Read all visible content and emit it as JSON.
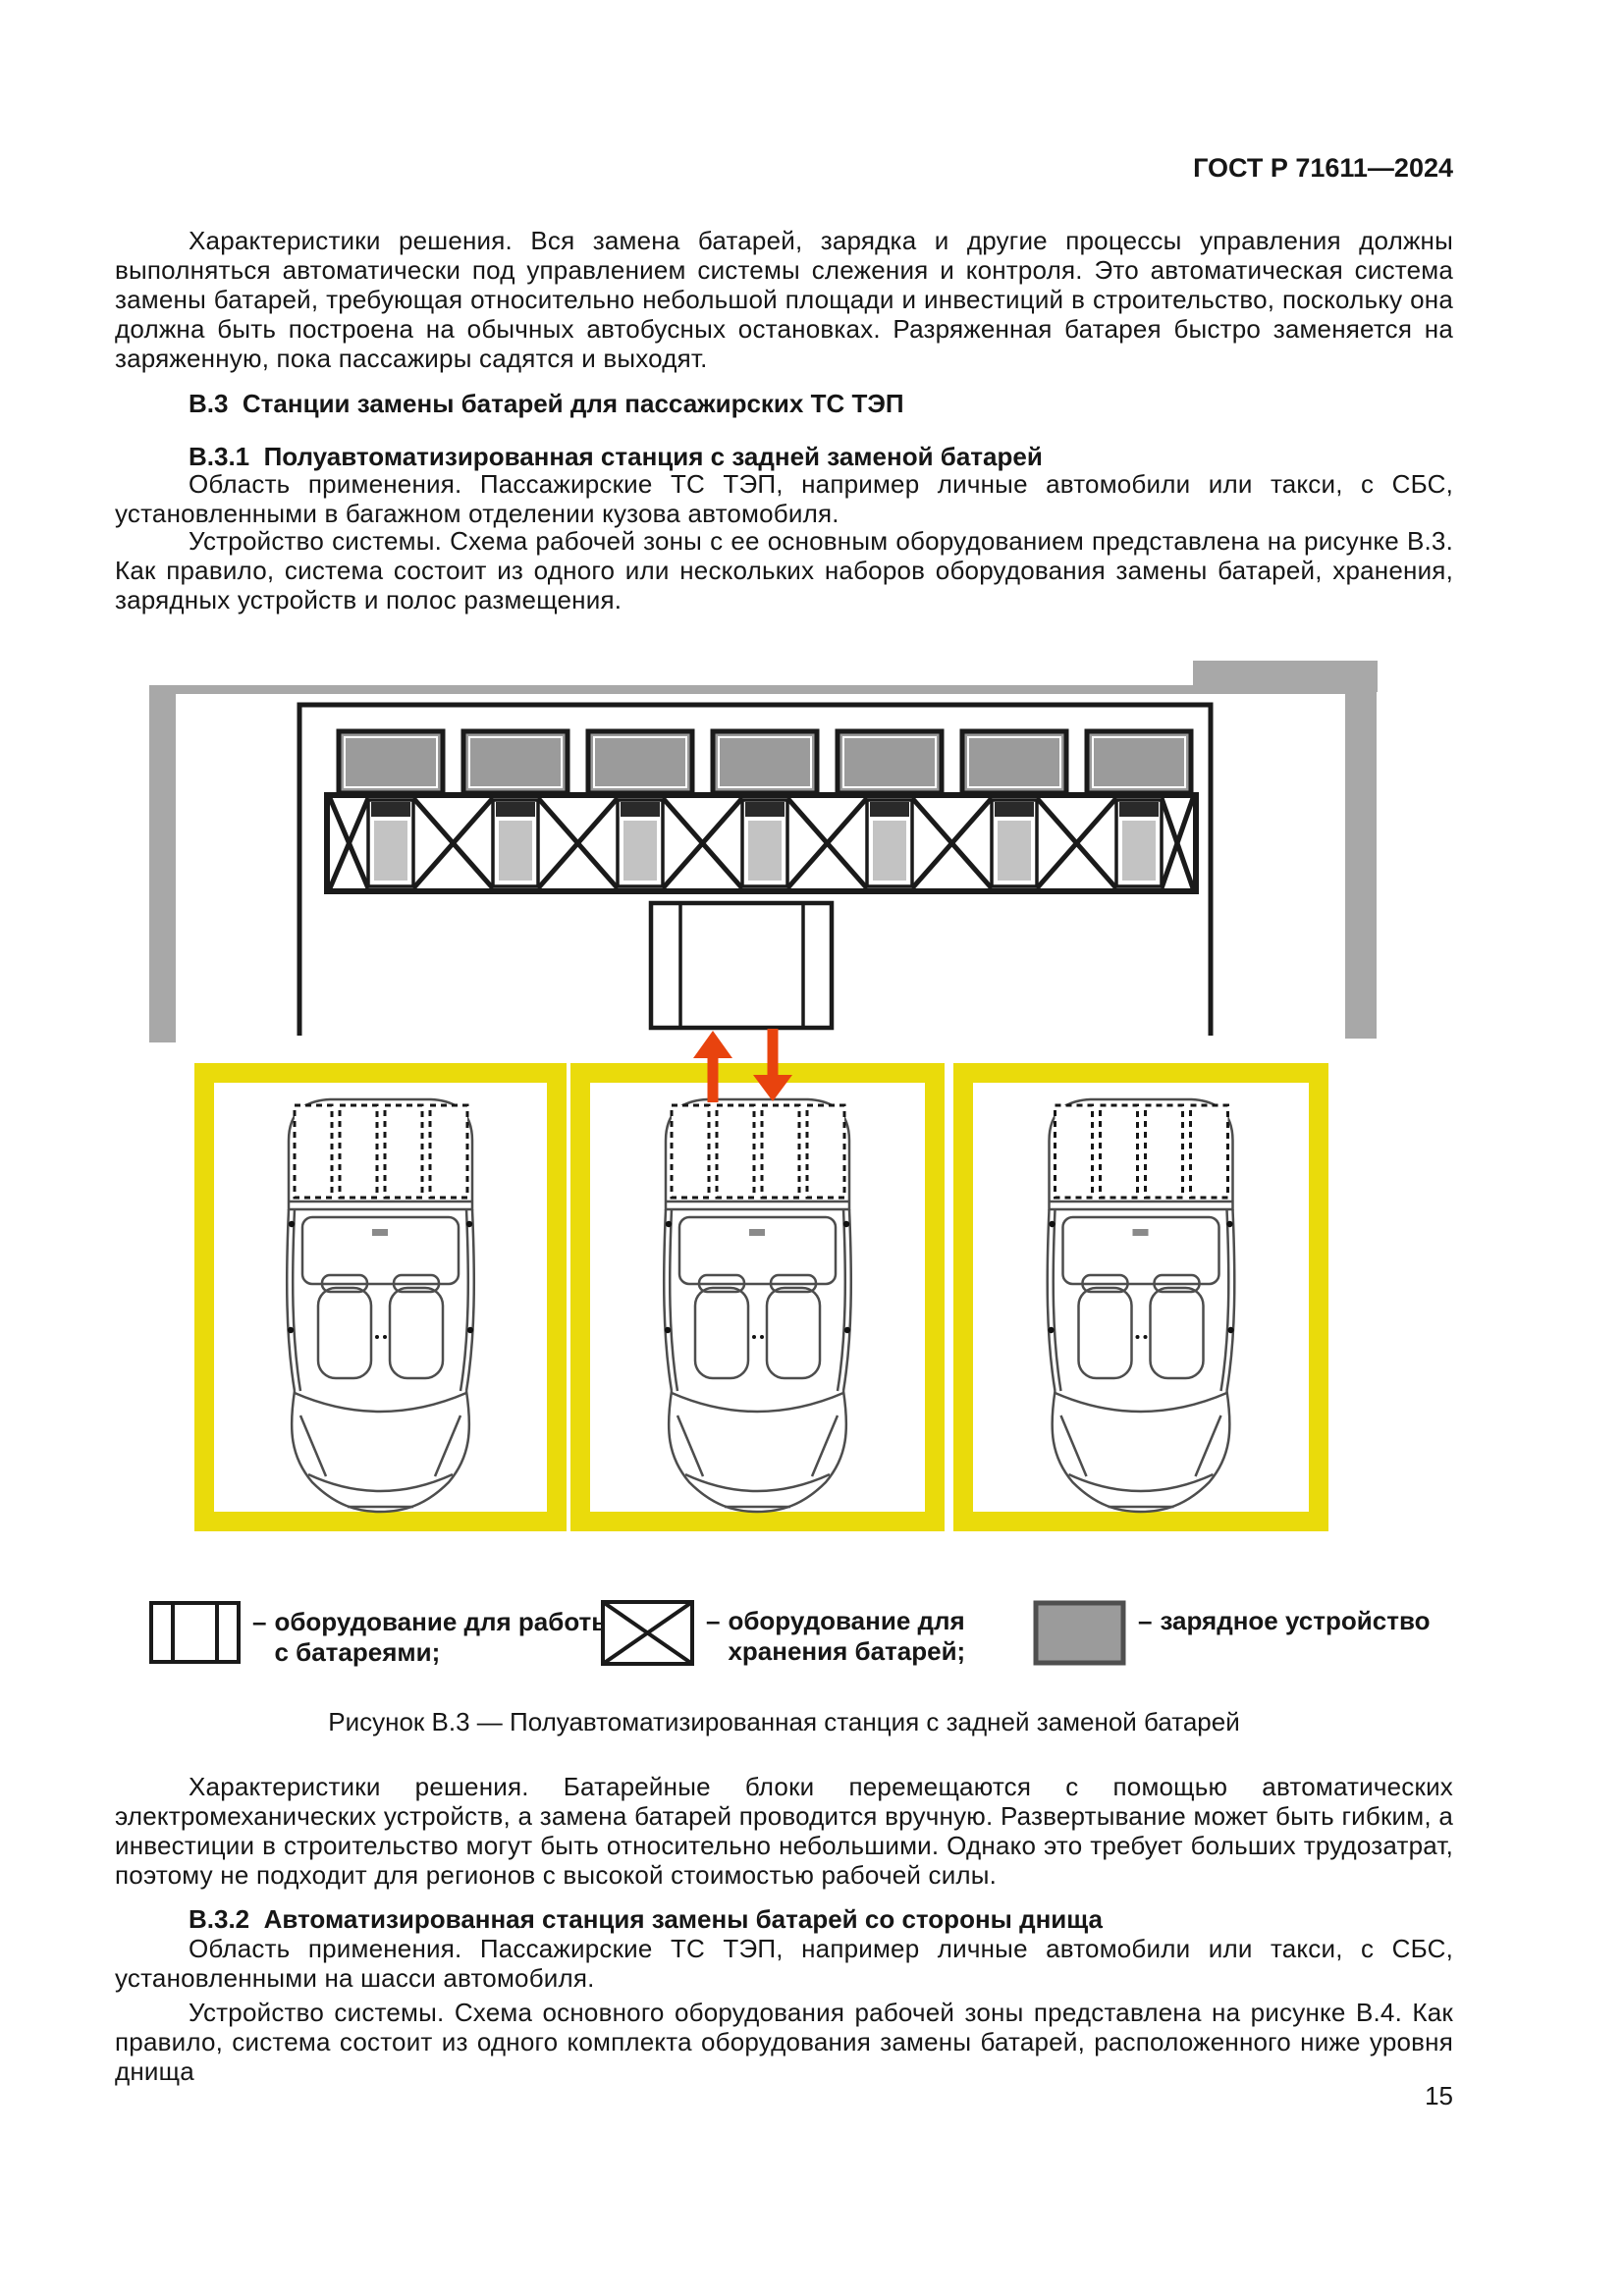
{
  "page": {
    "header": "ГОСТ Р 71611—2024",
    "page_number": "15"
  },
  "sections": {
    "p1": "Характеристики решения. Вся замена батарей, зарядка и другие процессы управления должны выполняться автоматически под управлением системы слежения и контроля. Это автоматическая система замены батарей, требующая относительно небольшой площади и инвестиций в строительство, поскольку она должна быть построена на обычных автобусных остановках. Разряженная батарея быстро заменяется на заряженную, пока пассажиры садятся и выходят.",
    "h_b3": "В.3  Станции замены батарей для пассажирских ТС ТЭП",
    "h_b31": "В.3.1  Полуавтоматизированная станция с задней заменой батарей",
    "p2": "Область применения. Пассажирские ТС ТЭП, например личные автомобили или такси, с СБС, установленными в багажном отделении кузова автомобиля.",
    "p3": "Устройство системы. Схема рабочей зоны с ее основным оборудованием представлена на рисунке В.3. Как правило, система состоит из одного или нескольких наборов оборудования замены батарей, хранения, зарядных устройств и полос размещения.",
    "p4": "Характеристики решения. Батарейные блоки перемещаются с помощью автоматических электромеханических устройств, а замена батарей проводится вручную. Развертывание может быть гибким, а инвестиции в строительство могут быть относительно небольшими. Однако это требует больших трудозатрат, поэтому не подходит для регионов с высокой стоимостью рабочей силы.",
    "h_b32": "В.3.2  Автоматизированная станция замены батарей со стороны днища",
    "p5": "Область применения. Пассажирские ТС ТЭП, например личные автомобили или такси, с СБС, установленными на шасси автомобиля.",
    "p6": "Устройство системы. Схема основного оборудования рабочей зоны представлена на рисунке В.4. Как правило, система состоит из одного комплекта оборудования замены батарей, расположенного ниже уровня днища"
  },
  "figure": {
    "caption": "Рисунок В.3 — Полуавтоматизированная станция с задней заменой батарей",
    "legend": [
      {
        "marker": "–",
        "label": "оборудование для работы\nс батареями;"
      },
      {
        "marker": "–",
        "label": "оборудование для\nхранения батарей;"
      },
      {
        "marker": "–",
        "label": "зарядное устройство"
      }
    ],
    "colors": {
      "lane": "#EADB0B",
      "arrow": "#E8430E",
      "charger": "#9B9B9B",
      "wall": "#A8A8A8",
      "line": "#1A1A1A"
    },
    "counts": {
      "chargers": 7,
      "battery_slots": 7,
      "lanes": 3,
      "cars": 3
    }
  }
}
